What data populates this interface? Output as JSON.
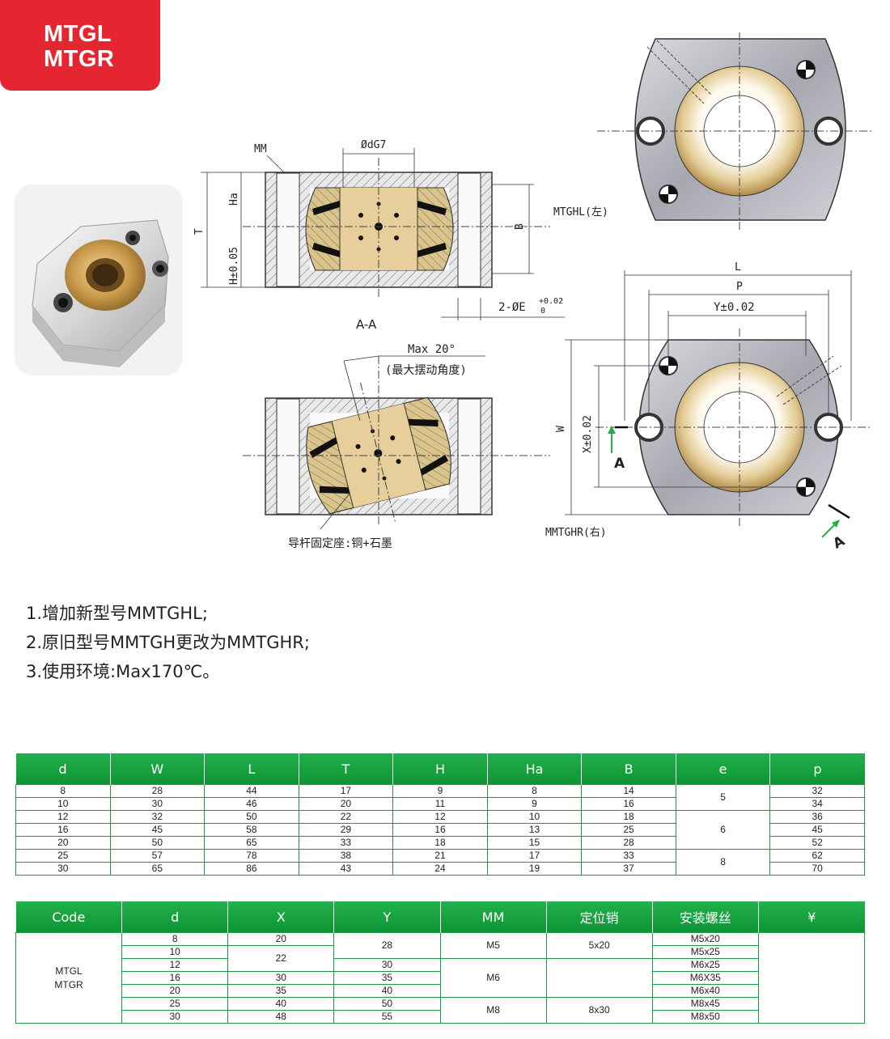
{
  "badge": {
    "line1": "MTGL",
    "line2": "MTGR"
  },
  "drawing_labels": {
    "mm": "MM",
    "dg7": "ØdG7",
    "ha": "Ha",
    "t": "T",
    "h": "H±0.05",
    "b": "B",
    "e_hole": "2-ØE",
    "e_tol_upper": "+0.02",
    "e_tol_lower": "0",
    "section": "A-A",
    "max_angle": "Max 20°",
    "max_angle_note": "(最大摆动角度)",
    "material_note": "导杆固定座:铜+石墨",
    "left_model": "MTGHL(左)",
    "right_model": "MMTGHR(右)",
    "l": "L",
    "p": "P",
    "y": "Y±0.02",
    "x": "X±0.02",
    "w": "W",
    "arrow_a1": "A",
    "arrow_a2": "A"
  },
  "notes": [
    "1.增加新型号MMTGHL;",
    "2.原旧型号MMTGH更改为MMTGHR;",
    "3.使用环境:Max170℃。"
  ],
  "table1": {
    "headers": [
      "d",
      "W",
      "L",
      "T",
      "H",
      "Ha",
      "B",
      "e",
      "p"
    ],
    "rows": [
      [
        "8",
        "28",
        "44",
        "17",
        "9",
        "8",
        "14",
        "32"
      ],
      [
        "10",
        "30",
        "46",
        "20",
        "11",
        "9",
        "16",
        "34"
      ],
      [
        "12",
        "32",
        "50",
        "22",
        "12",
        "10",
        "18",
        "36"
      ],
      [
        "16",
        "45",
        "58",
        "29",
        "16",
        "13",
        "25",
        "45"
      ],
      [
        "20",
        "50",
        "65",
        "33",
        "18",
        "15",
        "28",
        "52"
      ],
      [
        "25",
        "57",
        "78",
        "38",
        "21",
        "17",
        "33",
        "62"
      ],
      [
        "30",
        "65",
        "86",
        "43",
        "24",
        "19",
        "37",
        "70"
      ]
    ],
    "e_groups": [
      "5",
      "6",
      "8"
    ]
  },
  "table2": {
    "headers": [
      "Code",
      "d",
      "X",
      "Y",
      "MM",
      "定位销",
      "安装螺丝",
      "¥"
    ],
    "code": "MTGL\nMTGR",
    "d": [
      "8",
      "10",
      "12",
      "16",
      "20",
      "25",
      "30"
    ],
    "x": [
      "20",
      "22",
      "30",
      "35",
      "40",
      "48"
    ],
    "y": [
      "28",
      "30",
      "35",
      "40",
      "50",
      "55"
    ],
    "mm": [
      "M5",
      "M6",
      "M8"
    ],
    "pin": [
      "5x20",
      "",
      "8x30"
    ],
    "screw": [
      "M5x20",
      "M5x25",
      "M6x25",
      "M6X35",
      "M6x40",
      "M8x45",
      "M8x50"
    ]
  }
}
